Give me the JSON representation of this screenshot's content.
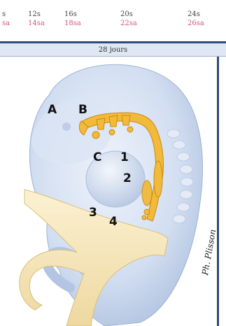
{
  "timeline": {
    "columns": [
      {
        "t": "s",
        "sa": "sa"
      },
      {
        "t": "12s",
        "sa": "14sa"
      },
      {
        "t": "16s",
        "sa": "18sa"
      },
      {
        "t": "20s",
        "sa": "22sa"
      },
      {
        "t": "24s",
        "sa": "26sa"
      }
    ]
  },
  "band": {
    "label": "28 jours"
  },
  "labels": {
    "A": "A",
    "B": "B",
    "C": "C",
    "n1": "1",
    "n2": "2",
    "n3": "3",
    "n4": "4"
  },
  "signature": "Ph. Plisson",
  "colors": {
    "embryo": "#c9d7ee",
    "embryo_shadow": "#a9bddc",
    "duct": "#f2b93a",
    "yolk": "#f6e8bf",
    "frame": "#2e4a7a"
  }
}
